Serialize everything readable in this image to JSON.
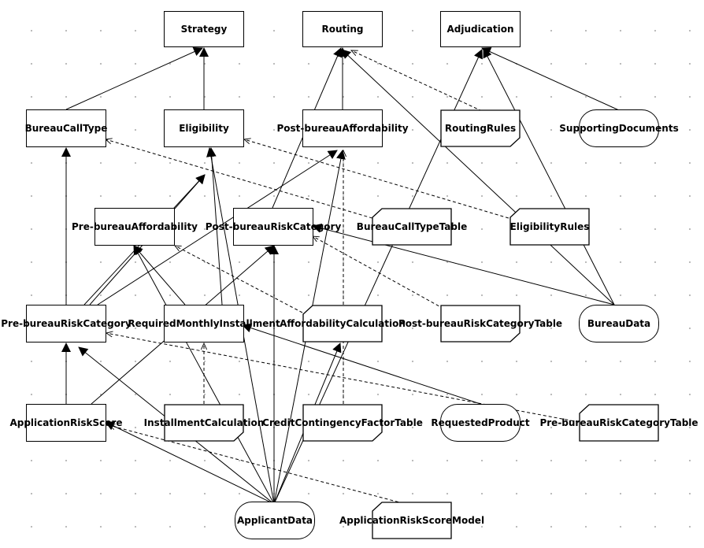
{
  "nodes": {
    "strategy": "Strategy",
    "routing": "Routing",
    "adjudication": "Adjudication",
    "bureau_call_type": "BureauCallType",
    "eligibility": "Eligibility",
    "post_bureau_affordability": "Post-bureauAffordability",
    "routing_rules": "RoutingRules",
    "supporting_documents": "SupportingDocuments",
    "pre_bureau_affordability": "Pre-bureauAffordability",
    "post_bureau_risk_category": "Post-bureauRiskCategory",
    "bureau_call_type_table": "BureauCallTypeTable",
    "eligibility_rules": "EligibilityRules",
    "pre_bureau_risk_category": "Pre-bureauRiskCategory",
    "required_monthly_installment": "RequiredMonthlyInstallment",
    "affordability_calculation": "AffordabilityCalculation",
    "post_bureau_risk_category_table": "Post-bureauRiskCategoryTable",
    "bureau_data": "BureauData",
    "application_risk_score": "ApplicationRiskScore",
    "installment_calculation": "InstallmentCalculation",
    "credit_contingency_factor_table": "CreditContingencyFactorTable",
    "requested_product": "RequestedProduct",
    "pre_bureau_risk_category_table": "Pre-bureauRiskCategoryTable",
    "applicant_data": "ApplicantData",
    "application_risk_score_model": "ApplicationRiskScoreModel"
  }
}
